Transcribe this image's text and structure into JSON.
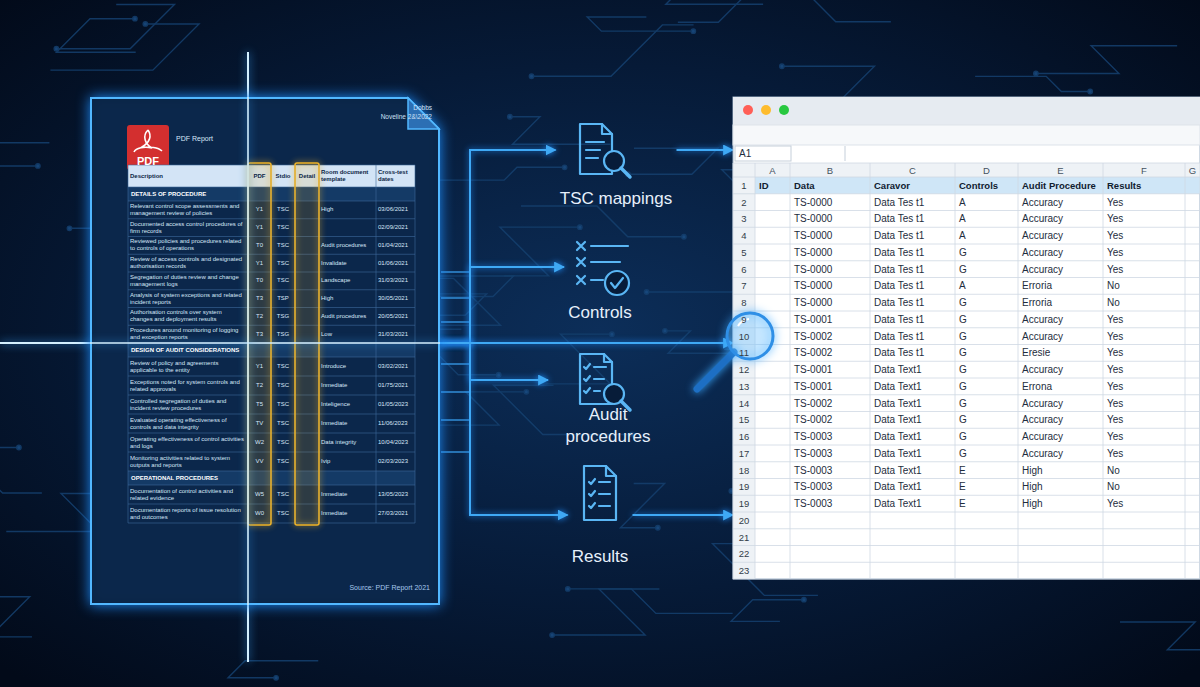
{
  "diagram": {
    "nodes": [
      {
        "text": [
          "PDF",
          "PDF Report"
        ]
      },
      {
        "text": [
          "TSC mappings"
        ]
      },
      {
        "text": [
          "Controls"
        ]
      },
      {
        "text": [
          "Audit procedures"
        ]
      },
      {
        "text": [
          "Results"
        ]
      },
      {
        "text": [
          "A1"
        ]
      }
    ],
    "edges": [
      {
        "from": 0,
        "to": 1,
        "arrow": "to"
      },
      {
        "from": 0,
        "to": 2,
        "arrow": "to"
      },
      {
        "from": 0,
        "to": 3,
        "arrow": "to"
      },
      {
        "from": 0,
        "to": 4,
        "arrow": "to"
      },
      {
        "from": 1,
        "to": 5,
        "arrow": "to"
      },
      {
        "from": 0,
        "to": 5,
        "arrow": "to"
      },
      {
        "from": 4,
        "to": 5,
        "arrow": "to"
      }
    ],
    "labels": [
      "Dobbs",
      "Noveline 2&\\2022",
      "Description",
      "PDF",
      "Stdio",
      "Detail",
      "Room document template",
      "Cross-test dates",
      "DETAILS OF PROCEDURE",
      "Relevant control scope assessments and management review of policies",
      "Y1",
      "TSC",
      "High",
      "03/06/2021",
      "Documented access control procedures of firm records",
      "Y1",
      "TSC",
      "02/09/2021",
      "Reviewed policies and procedures related to controls of operations",
      "T0",
      "TSC",
      "Audit procedures",
      "01/04/2021",
      "Review of access controls and designated authorisation records",
      "Y1",
      "TSC",
      "Invalidate",
      "01/06/2021",
      "Segregation of duties review and change management logs",
      "T0",
      "TSC",
      "Landscape",
      "31/03/2021",
      "Analysis of system exceptions and related incident reports",
      "T3",
      "TSP",
      "High",
      "30/05/2021",
      "Authorisation controls over system changes and deployment results",
      "T2",
      "TSG",
      "Audit procedures",
      "20/05/2021",
      "Procedures around monitoring of logging and exception reports",
      "T3",
      "TSG",
      "Low",
      "31/03/2021",
      "DESIGN OF AUDIT CONSIDERATIONS",
      "Review of policy and agreements applicable to the entity",
      "Y1",
      "TSC",
      "Introduce",
      "03/02/2021",
      "Exceptions noted for system controls and related approvals",
      "T2",
      "TSC",
      "Inmediate",
      "01/75/2021",
      "Controlled segregation of duties and incident review procedures",
      "T5",
      "TSC",
      "Inteligence",
      "01/05/2023",
      "Evaluated operating effectiveness of controls and data integrity",
      "TV",
      "TSC",
      "Inmediate",
      "11/06/2023",
      "Operating effectiveness of control activities and logs",
      "W2",
      "TSC",
      "Data integrity",
      "10/04/2023",
      "Monitoring activities related to system outputs and reports",
      "VV",
      "TSC",
      "Ivip",
      "02/03/2023",
      "OPERATIONAL PROCEDURES",
      "Documentation of control activities and related evidence",
      "W5",
      "TSC",
      "Inmediate",
      "13/05/2023",
      "Documentation reports of issue resolution and outcomes",
      "W0",
      "TSC",
      "Inmediate",
      "27/03/2021",
      "Source: PDF Report 2021",
      "A",
      "B",
      "C",
      "D",
      "E",
      "F",
      "G",
      "1",
      "2",
      "3",
      "4",
      "5",
      "6",
      "7",
      "8",
      "9",
      "10",
      "11",
      "12",
      "13",
      "14",
      "15",
      "16",
      "17",
      "18",
      "19",
      "19",
      "20",
      "21",
      "22",
      "23",
      "ID",
      "Data",
      "Caravor",
      "Controls",
      "Audit Procedure",
      "Results",
      "TS-0000",
      "Data Tes t1",
      "A",
      "Accuracy",
      "Yes",
      "TS-0000",
      "Data Tes t1",
      "A",
      "Accuracy",
      "Yes",
      "TS-0000",
      "Data Tes t1",
      "A",
      "Accuracy",
      "Yes",
      "TS-0000",
      "Data Tes t1",
      "G",
      "Accuracy",
      "Yes",
      "TS-0000",
      "Data Tes t1",
      "G",
      "Accuracy",
      "Yes",
      "TS-0000",
      "Data Tes t1",
      "A",
      "Erroria",
      "No",
      "TS-0000",
      "Data Tes t1",
      "G",
      "Erroria",
      "No",
      "TS-0001",
      "Data Tes t1",
      "G",
      "Accuracy",
      "Yes",
      "TS-0002",
      "Data Tes t1",
      "G",
      "Accuracy",
      "Yes",
      "TS-0002",
      "Data Tes t1",
      "G",
      "Eresie",
      "Yes",
      "TS-0001",
      "Data Text1",
      "G",
      "Accuracy",
      "Yes",
      "TS-0001",
      "Data Text1",
      "G",
      "Errona",
      "Yes",
      "TS-0002",
      "Data Text1",
      "G",
      "Accuracy",
      "Yes",
      "TS-0002",
      "Data Text1",
      "G",
      "Accuracy",
      "Yes",
      "TS-0003",
      "Data Text1",
      "G",
      "Accuracy",
      "Yes",
      "TS-0003",
      "Data Text1",
      "G",
      "Accuracy",
      "Yes",
      "TS-0003",
      "Data Text1",
      "E",
      "High",
      "No",
      "TS-0003",
      "Data Text1",
      "E",
      "High",
      "No",
      "TS-0003",
      "Data Text1",
      "E",
      "High",
      "Yes"
    ]
  }
}
